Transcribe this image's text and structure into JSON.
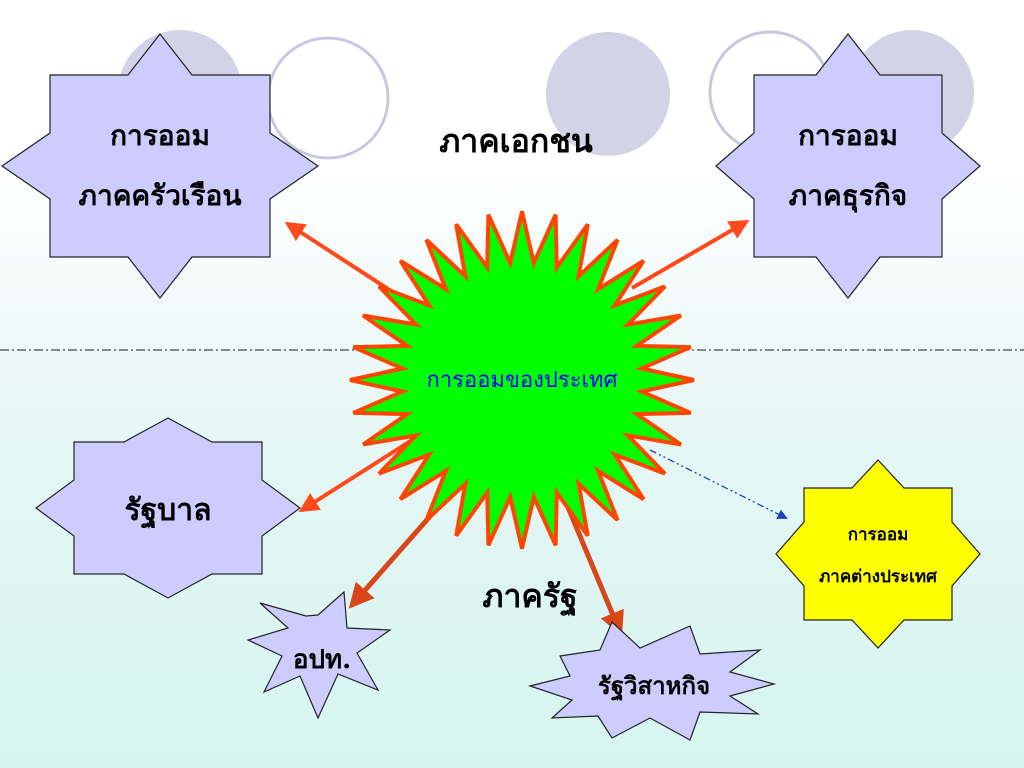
{
  "nodes": {
    "household": {
      "line1": "การออม",
      "line2": "ภาคครัวเรือน"
    },
    "business": {
      "line1": "การออม",
      "line2": "ภาคธุรกิจ"
    },
    "center": {
      "label": "การออมของประเทศ"
    },
    "government": {
      "label": "รัฐบาล"
    },
    "local_gov": {
      "label": "อปท."
    },
    "state_enterprise": {
      "label": "รัฐวิสาหกิจ"
    },
    "foreign": {
      "line1": "การออม",
      "line2": "ภาคต่างประเทศ"
    }
  },
  "sections": {
    "private": "ภาคเอกชน",
    "public": "ภาครัฐ"
  },
  "colors": {
    "octagon_fill": "#ccccff",
    "center_fill": "#00ff00",
    "center_stroke": "#ff4500",
    "foreign_fill": "#ffff00",
    "arrow": "#ff4a1c",
    "arrow_dark": "#d8461a",
    "center_text": "#0000ff",
    "dashed_arrow": "#2040c0",
    "decor_fill": "#d3d3e8",
    "decor_stroke": "#c8c8e0"
  }
}
